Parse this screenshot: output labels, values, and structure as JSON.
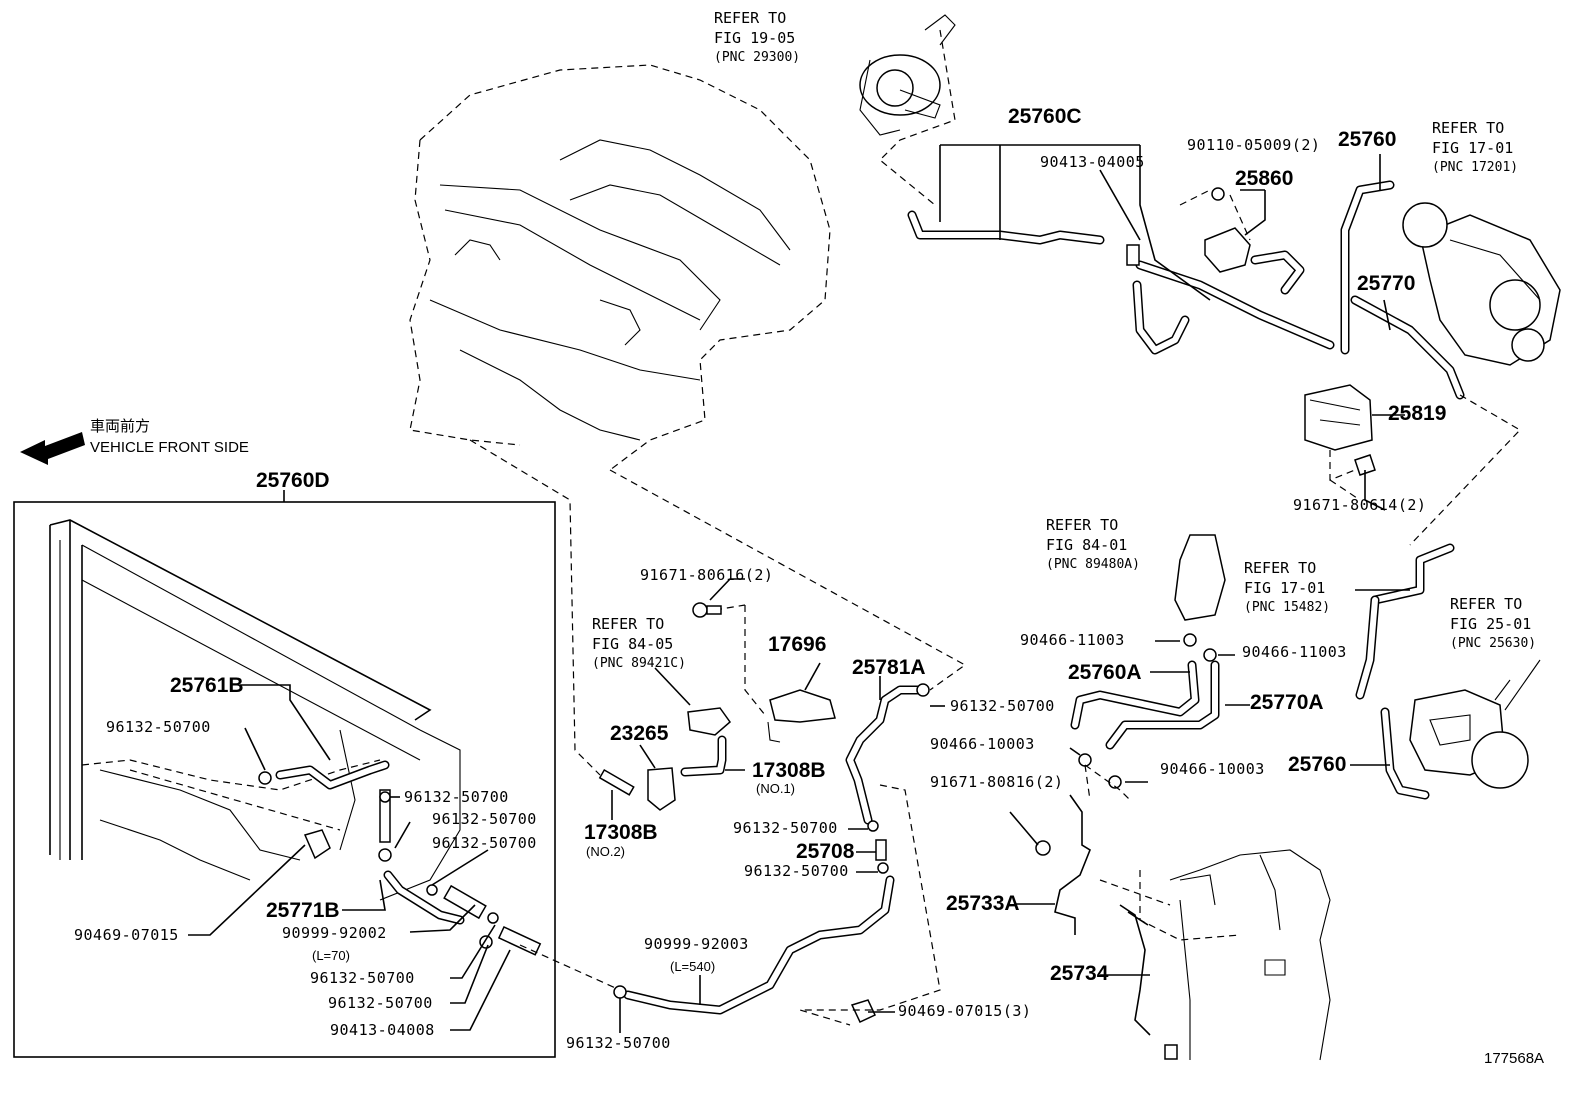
{
  "refs": {
    "fig1905": {
      "l1": "REFER TO",
      "l2": "FIG 19-05",
      "l3": "(PNC 29300)"
    },
    "fig1701a": {
      "l1": "REFER TO",
      "l2": "FIG 17-01",
      "l3": "(PNC 17201)"
    },
    "fig8401": {
      "l1": "REFER TO",
      "l2": "FIG 84-01",
      "l3": "(PNC 89480A)"
    },
    "fig1701b": {
      "l1": "REFER TO",
      "l2": "FIG 17-01",
      "l3": "(PNC 15482)"
    },
    "fig2501": {
      "l1": "REFER TO",
      "l2": "FIG 25-01",
      "l3": "(PNC 25630)"
    },
    "fig8405": {
      "l1": "REFER TO",
      "l2": "FIG 84-05",
      "l3": "(PNC 89421C)"
    }
  },
  "front": {
    "jp": "車両前方",
    "en": "VEHICLE FRONT SIDE"
  },
  "labels": {
    "p25760C": "25760C",
    "p90413_04005": "90413-04005",
    "p90110": "90110-05009(2)",
    "p25860": "25860",
    "p25760_top": "25760",
    "p25770": "25770",
    "p25819": "25819",
    "p91671_80614": "91671-80614(2)",
    "p25760D": "25760D",
    "p25761B": "25761B",
    "p96132_a": "96132-50700",
    "p96132_b": "96132-50700",
    "p96132_c": "96132-50700",
    "p96132_d": "96132-50700",
    "p25771B": "25771B",
    "p90469_07015": "90469-07015",
    "p90999_92002": "90999-92002",
    "p90999_92002_l": "(L=70)",
    "p96132_e": "96132-50700",
    "p96132_f": "96132-50700",
    "p90413_04008": "90413-04008",
    "p91671_80616": "91671-80616(2)",
    "p17696": "17696",
    "p23265": "23265",
    "p17308B_1": "17308B",
    "p17308B_1n": "(NO.1)",
    "p17308B_2": "17308B",
    "p17308B_2n": "(NO.2)",
    "p25781A": "25781A",
    "p96132_g": "96132-50700",
    "p96132_h": "96132-50700",
    "p25708": "25708",
    "p96132_i": "96132-50700",
    "p90999_92003": "90999-92003",
    "p90999_92003_l": "(L=540)",
    "p96132_j": "96132-50700",
    "p90469_07015_3": "90469-07015(3)",
    "p90466_11003_a": "90466-11003",
    "p90466_11003_b": "90466-11003",
    "p25760A": "25760A",
    "p25770A": "25770A",
    "p90466_10003_a": "90466-10003",
    "p90466_10003_b": "90466-10003",
    "p25760_bot": "25760",
    "p91671_80816": "91671-80816(2)",
    "p25733A": "25733A",
    "p25734": "25734",
    "fig_no": "177568A"
  }
}
